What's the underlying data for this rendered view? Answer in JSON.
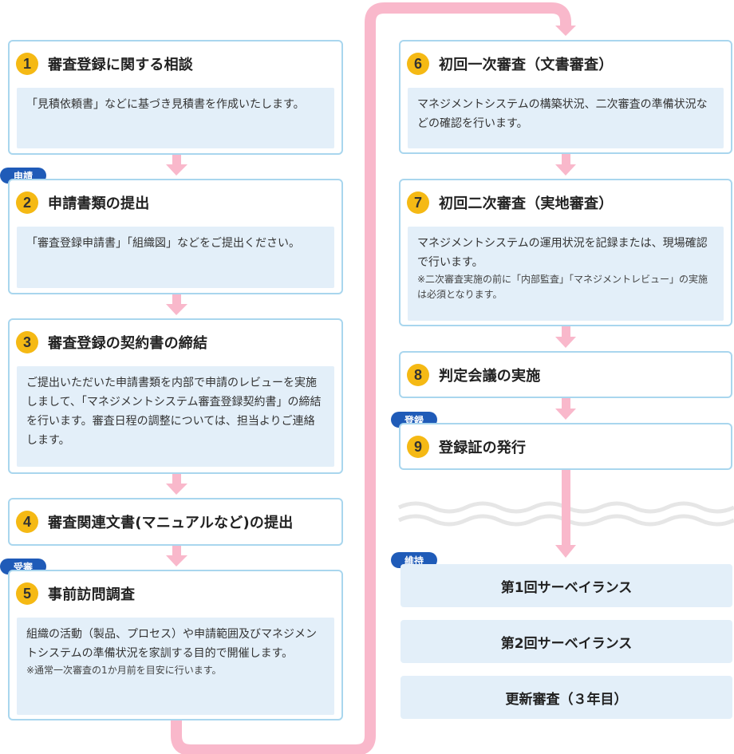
{
  "colors": {
    "step_border": "#a9d6ee",
    "desc_bg": "#e3eff9",
    "number_circle": "#f5b914",
    "arrow_pink": "#f9b8cb",
    "badge_blue": "#1f5bb8",
    "wave_gray": "#e6e6e6"
  },
  "steps": [
    {
      "num": "1",
      "title": "審査登録に関する相談",
      "desc": "「見積依頼書」などに基づき見積書を作成いたします。"
    },
    {
      "num": "2",
      "title": "申請書類の提出",
      "desc": "「審査登録申請書」「組織図」などをご提出ください。",
      "badge": "申請"
    },
    {
      "num": "3",
      "title": "審査登録の契約書の締結",
      "desc": "ご提出いただいた申請書類を内部で申請のレビューを実施しまして、「マネジメントシステム審査登録契約書」の締結を行います。審査日程の調整については、担当よりご連絡します。"
    },
    {
      "num": "4",
      "title": "審査関連文書(マニュアルなど)の提出"
    },
    {
      "num": "5",
      "title": "事前訪問調査",
      "desc": "組織の活動（製品、プロセス）や申請範囲及びマネジメントシステムの準備状況を家訓する目的で開催します。",
      "note": "※通常一次審査の1か月前を目安に行います。",
      "badge": "受審"
    },
    {
      "num": "6",
      "title": "初回一次審査（文書審査）",
      "desc": "マネジメントシステムの構築状況、二次審査の準備状況などの確認を行います。"
    },
    {
      "num": "7",
      "title": "初回二次審査（実地審査）",
      "desc": "マネジメントシステムの運用状況を記録または、現場確認で行います。",
      "note": "※二次審査実施の前に「内部監査」「マネジメントレビュー」の実施は必須となります。"
    },
    {
      "num": "8",
      "title": "判定会議の実施"
    },
    {
      "num": "9",
      "title": "登録証の発行",
      "badge": "登録"
    }
  ],
  "maintenance": {
    "badge": "維持",
    "items": [
      "第1回サーベイランス",
      "第2回サーベイランス",
      "更新審査（３年目）"
    ]
  }
}
